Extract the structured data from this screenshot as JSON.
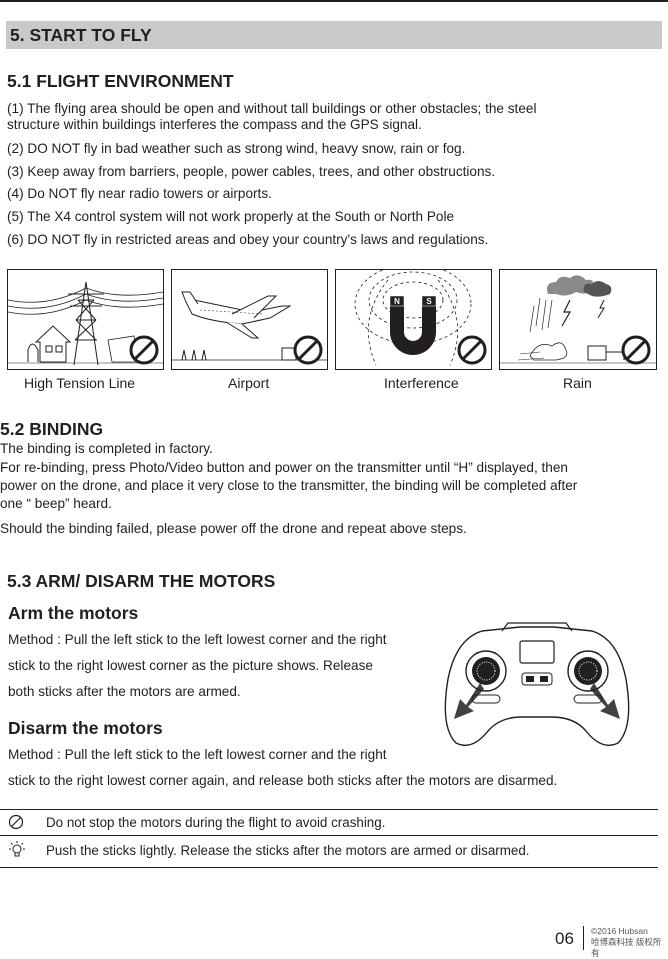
{
  "section": {
    "title": "5. START TO FLY"
  },
  "env": {
    "heading": "5.1 FLIGHT ENVIRONMENT",
    "items": [
      "(1) The flying area should be open and without tall buildings or other obstacles; the steel",
      "structure within buildings interferes the compass and the GPS signal.",
      "(2) DO NOT fly in bad weather such as strong wind, heavy snow, rain or fog.",
      "(3) Keep away from barriers, people, power cables, trees, and other obstructions.",
      "(4) Do NOT fly  near radio towers or airports.",
      "(5) The X4 control system will not work properly at the South or North Pole",
      "(6) DO NOT fly in restricted areas and obey your country's laws and regulations."
    ],
    "captions": [
      "High Tension Line",
      "Airport",
      "Interference",
      "Rain"
    ],
    "magnet_labels": {
      "north": "N",
      "south": "S"
    }
  },
  "binding": {
    "heading": "5.2 BINDING",
    "line1": "The binding is completed in factory.",
    "line2": "For re-binding, press Photo/Video button and power on the transmitter until “H” displayed, then",
    "line3": "power on the drone, and place it very close to the transmitter, the binding will be completed after",
    "line4": "one “ beep” heard.",
    "line5": "Should the binding failed, please power off the drone and repeat above steps."
  },
  "arm": {
    "heading": "5.3 ARM/ DISARM THE MOTORS",
    "arm_title": "Arm the motors",
    "arm_lines": [
      "Method : Pull the left stick to the left lowest corner and the right",
      "stick to the right lowest corner as the picture shows. Release",
      "both sticks after the motors are armed."
    ],
    "disarm_title": "Disarm the motors",
    "disarm_lines": [
      "Method : Pull the left stick to the left lowest corner and the right",
      "stick to the right lowest corner again, and release both sticks after the motors are disarmed."
    ]
  },
  "tips": [
    {
      "icon": "prohibited-icon",
      "text": "Do not stop the motors during the flight to avoid crashing."
    },
    {
      "icon": "lightbulb-icon",
      "text": "Push the sticks lightly. Release the sticks after the motors are armed or disarmed."
    }
  ],
  "footer": {
    "page": "06",
    "copyright": "©2016  Hubsan",
    "company": "哈博森科技  版权所有"
  }
}
